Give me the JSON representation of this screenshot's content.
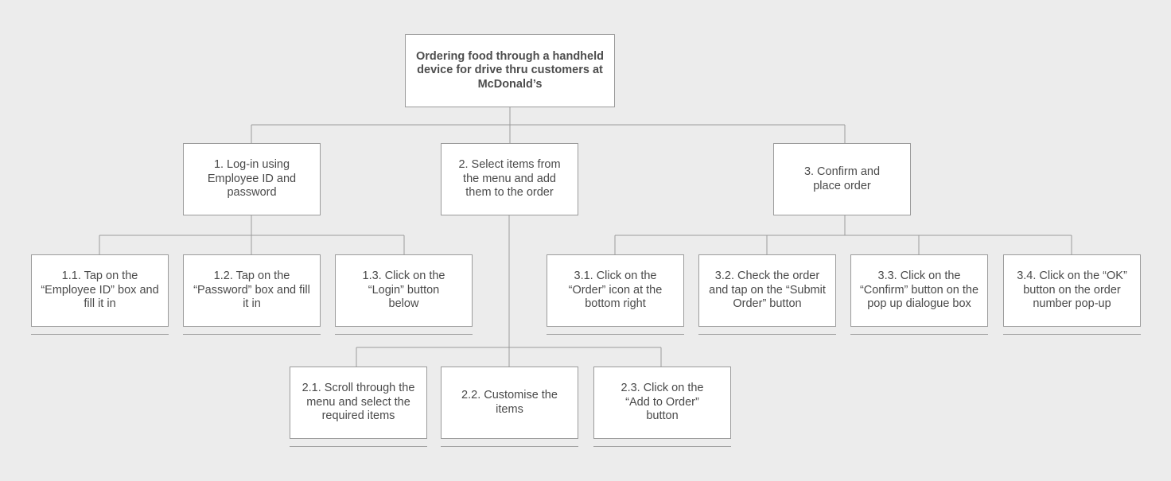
{
  "root": {
    "title": "Ordering food through a handheld device for drive thru customers at McDonald’s"
  },
  "steps": [
    {
      "label": "1. Log-in using Employee ID and password",
      "substeps": [
        "1.1. Tap on the “Employee ID” box and fill it in",
        "1.2. Tap on the “Password” box and fill it in",
        "1.3. Click on the “Login” button below"
      ]
    },
    {
      "label": "2. Select items from the menu and add them to the order",
      "substeps": [
        "2.1. Scroll through the menu and select the required items",
        "2.2. Customise the items",
        "2.3. Click on the “Add to Order” button"
      ]
    },
    {
      "label": "3. Confirm and place order",
      "substeps": [
        "3.1. Click on the “Order” icon at the bottom right",
        "3.2. Check the order and tap on the “Submit Order” button",
        "3.3. Click on the “Confirm” button on the pop up dialogue box",
        "3.4. Click on the “OK” button on the order number pop-up"
      ]
    }
  ]
}
